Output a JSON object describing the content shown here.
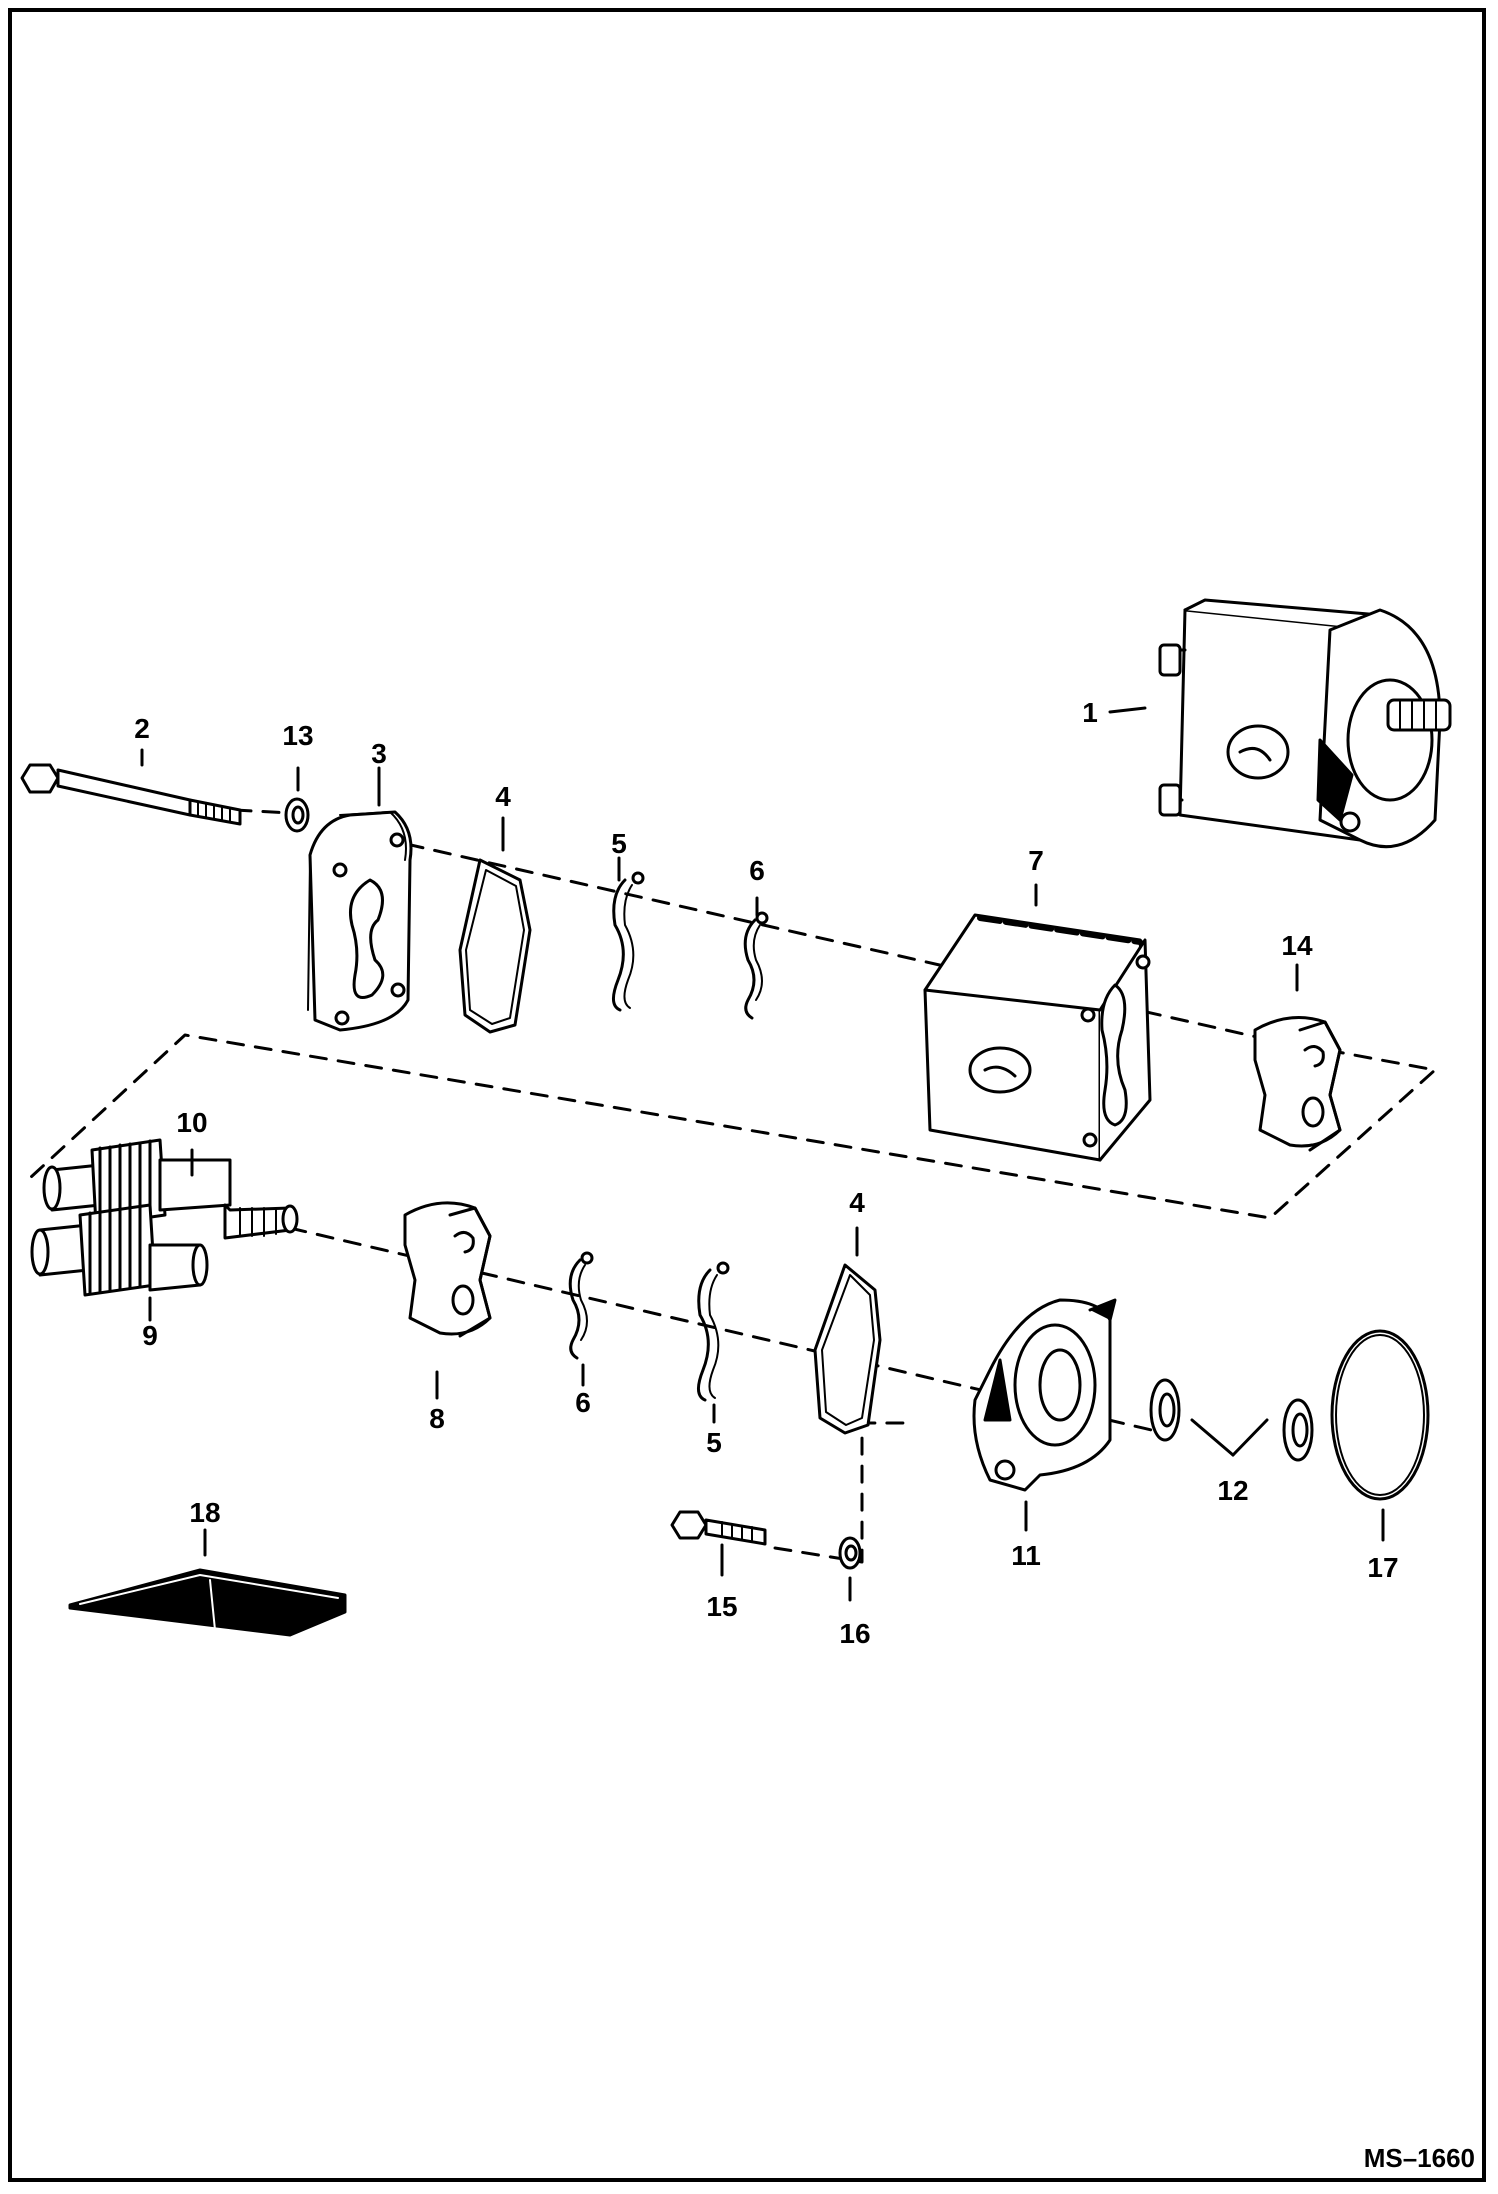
{
  "figure_code": "MS–1660",
  "callouts": {
    "c1": "1",
    "c2": "2",
    "c3": "3",
    "c4a": "4",
    "c4b": "4",
    "c5a": "5",
    "c5b": "5",
    "c6a": "6",
    "c6b": "6",
    "c7": "7",
    "c8": "8",
    "c9": "9",
    "c10": "10",
    "c11": "11",
    "c12": "12",
    "c13": "13",
    "c14": "14",
    "c15": "15",
    "c16": "16",
    "c17": "17",
    "c18": "18"
  }
}
